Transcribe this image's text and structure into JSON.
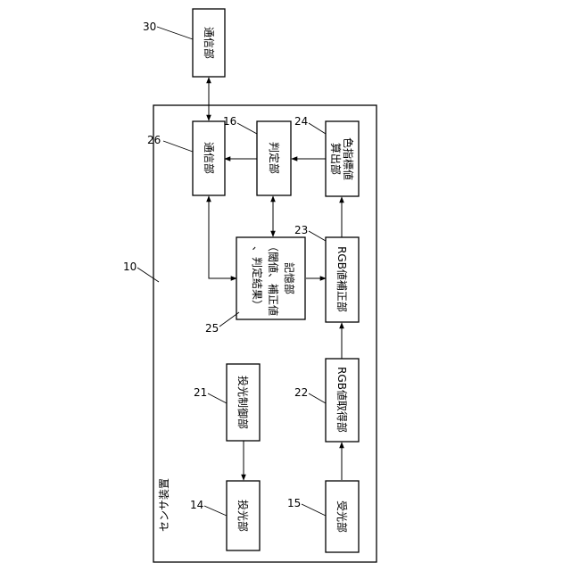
{
  "frame": {
    "title": "センサ装置",
    "ref": "10"
  },
  "blocks": {
    "comm_external": {
      "label": "通信部",
      "ref": "30"
    },
    "comm": {
      "label": "通信部",
      "ref": "26"
    },
    "judge": {
      "label": "判定部",
      "ref": "16"
    },
    "color_calc": {
      "line1": "色指標値",
      "line2": "算出部",
      "ref": "24"
    },
    "storage": {
      "line1": "記憶部",
      "line2": "（閾値、補正値",
      "line3": "、判定結果）",
      "ref": "25"
    },
    "rgb_correct": {
      "label": "RGB値補正部",
      "ref": "23"
    },
    "proj_control": {
      "label": "投光制御部",
      "ref": "21"
    },
    "rgb_acquire": {
      "label": "RGB値取得部",
      "ref": "22"
    },
    "projector": {
      "label": "投光部",
      "ref": "14"
    },
    "receiver": {
      "label": "受光部",
      "ref": "15"
    }
  }
}
